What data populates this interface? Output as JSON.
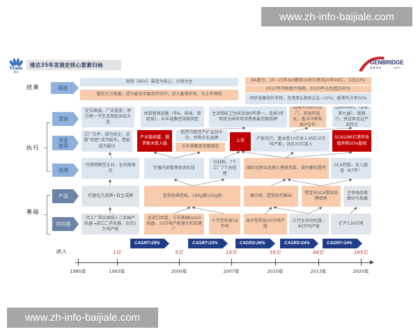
{
  "palette": {
    "blue_box": "#dce6f1",
    "orange_box": "#f8cbad",
    "red_box": "#c00000",
    "gray_box": "#e1e4ea",
    "chevron_execution": "#8eb0db",
    "chevron_foundation": "#6c83a5",
    "cagr_arrow": "#1f3c88",
    "revenue_text": "#b8413f"
  },
  "watermarks": {
    "top": "www.zh-info-baijiale.com",
    "bottom": "www.zh-info-baijiale.com"
  },
  "header": {
    "brand_logo": {
      "icon": "vinda-flower-icon",
      "text": "Vinda",
      "sub": "维达"
    },
    "title": "维达35年发展史核心要素归纳",
    "partner_logo": {
      "icon": "bridge-arc-icon",
      "text": "GENBRIDGE",
      "sub": "高 榕 资 本",
      "sub_en": "capital"
    }
  },
  "groups": {
    "result": "结果",
    "execution": "执行",
    "foundation": "基础"
  },
  "rows": {
    "channel": {
      "label": "渠道",
      "cells": [
        "商用（AFH）渠道为核心，分销为主",
        "餐饮大力发展，成为麦肯中国合作伙伴；进入香港市场，为上市预热",
        "KA发力，10~15年从0做到10多亿再到20年40亿，占比23%",
        "2012年开始发力电商，2020年占比超过40%",
        "同步发展海外市场，东南亚&澳洲占比~10%；香港市占率50%"
      ]
    },
    "marketing": {
      "label": "营销",
      "cells": [
        "定位高端，广告投放；承办第一节生活用纸协会大会",
        "体育营销道路（甲A、排球、保龄球），与羊城集团深度绑定",
        "生活用纸卫生纸连续8年第一，连续3年荣获全国市场消费者最信赖品牌",
        "组建市场研究部门，布局年轻化；喜洋洋等各类IP合作",
        "超韧中国行（目前第九届），纸畅行，拼金鱼见证产品特点"
      ]
    },
    "funding": {
      "label": "资金使用",
      "cells": [
        "三厂合并，成为民企，说服“财团”成为股东，借款成为股份",
        "产业链结盟，俄罗斯木浆入股",
        "租赁与租赁产扩张到华中；并购华东品牌",
        "与羊城集团深度绑定",
        "上市",
        "产能先行，基本是10亿收入对应10万吨产能，对应30亿投入",
        "SCA以86亿港币估值并购50%股权"
      ]
    },
    "management": {
      "label": "管理",
      "cells": [
        "代理销售型企业，全员推销员",
        "完善内部管理体系阶段",
        "分封制，7个工厂7个总经理",
        "国际化职业经理人替换老臣，部分集权管控",
        "SCA控股，女儿接班（87年）"
      ]
    },
    "product": {
      "label": "产品",
      "cells": [
        "代理北方品牌+自主成牌",
        "蓝色经典卷纸，180g做150g卖",
        "面巾纸、超韧系列推出",
        "得宝与SCA授权品牌到来",
        "主体类品类细分与拓展"
      ]
    },
    "supply": {
      "label": "供应链",
      "cells": [
        "代工厂购买原纸+二手国产机器→进口二手机器，达到1万吨产能",
        "全进口木浆，三号美国beloit机器，10万吨产能澳大利亚建厂",
        "十字型布局18万吨",
        "米字型布局30万吨产能",
        "三代全自动机器，80万吨产能",
        "扩产139万吨"
      ]
    }
  },
  "timeline": {
    "revenue_label": "收入",
    "milestones": [
      {
        "year": "1985年"
      },
      {
        "year": "1993年",
        "revenue": "1亿"
      },
      {
        "year": "2000年",
        "revenue": "5亿"
      },
      {
        "year": "2007年",
        "revenue": "18亿"
      },
      {
        "year": "2010年",
        "revenue": "36亿"
      },
      {
        "year": "2013年",
        "revenue": "68亿"
      },
      {
        "year": "2020年",
        "revenue": "165亿"
      }
    ],
    "cagr": [
      "CAGR7=25%",
      "CAGR7=23%",
      "CAGR3=26%",
      "CAGR3=24%",
      "CAGR7=14%"
    ]
  }
}
